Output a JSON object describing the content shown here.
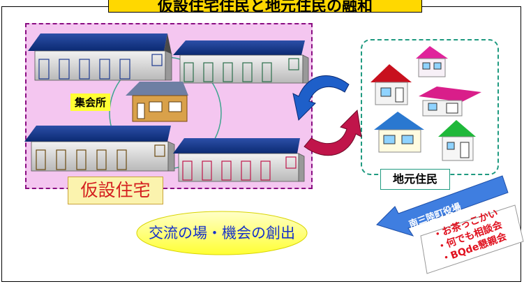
{
  "title": "仮設住宅住民と地元住民の融和",
  "temporary_housing_label": "仮設住宅",
  "meeting_hall_label": "集会所",
  "local_residents_label": "地元住民",
  "exchange_text": "交流の場・機会の創出",
  "town_office_label": "南三陸町役場",
  "events": [
    "・お茶っこかい",
    "・何でも相談会",
    "・BQde懇親会"
  ],
  "colors": {
    "title_bg": "#ffd800",
    "temp_area_bg": "#f4c6f0",
    "temp_border": "#8a0d82",
    "label_red": "#d41f1f",
    "local_border": "#1f9a80",
    "exchange_text": "#1530c9",
    "arrow_blue": "#1e5fc9",
    "arrow_red": "#c0154a"
  }
}
